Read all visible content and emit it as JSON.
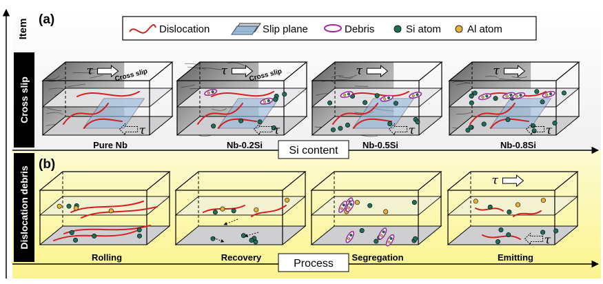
{
  "panel_labels": {
    "a": "(a)",
    "b": "(b)"
  },
  "left_column": {
    "header": "Item",
    "row_a": "Cross slip",
    "row_b": "Dislocation debris"
  },
  "legend": {
    "dislocation": "Dislocation",
    "slip_plane": "Slip plane",
    "debris": "Debris",
    "si_atom": "Si atom",
    "al_atom": "Al atom"
  },
  "row_a": {
    "axis_label": "Si content",
    "tau": "τ",
    "cross_slip": "Cross slip",
    "items": [
      "Pure Nb",
      "Nb-0.2Si",
      "Nb-0.5Si",
      "Nb-0.8Si"
    ]
  },
  "row_b": {
    "axis_label": "Process",
    "tau": "τ",
    "items": [
      "Rolling",
      "Recovery",
      "Segregation",
      "Emitting"
    ]
  },
  "colors": {
    "dislocation": "#d42020",
    "slip_plane": "#8fb4da",
    "debris": "#a02aa0",
    "si_atom": "#1f6e5a",
    "al_atom": "#e6b23a",
    "bg_top": "#ffffff",
    "bg_bottom": "#fbf7a4",
    "label_bar": "#000000"
  }
}
